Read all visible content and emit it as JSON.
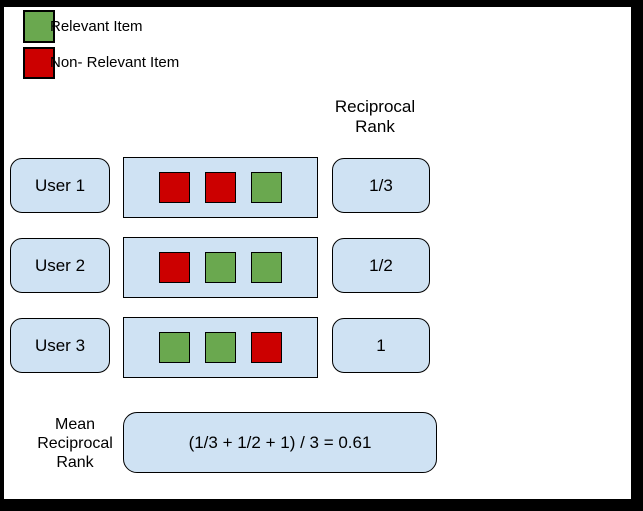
{
  "colors": {
    "relevant": "#6aa84f",
    "non_relevant": "#cc0000",
    "box_fill": "#cfe2f3",
    "border": "#000000",
    "frame": "#000000"
  },
  "legend": {
    "items": [
      {
        "label": "Relevant Item",
        "color_key": "relevant"
      },
      {
        "label": "Non- Relevant Item",
        "color_key": "non_relevant"
      }
    ]
  },
  "header": {
    "lines": [
      "Reciprocal",
      "Rank"
    ]
  },
  "rows": [
    {
      "user_label": "User 1",
      "items": [
        "non_relevant",
        "non_relevant",
        "relevant"
      ],
      "reciprocal_rank": "1/3"
    },
    {
      "user_label": "User 2",
      "items": [
        "non_relevant",
        "relevant",
        "relevant"
      ],
      "reciprocal_rank": "1/2"
    },
    {
      "user_label": "User 3",
      "items": [
        "relevant",
        "relevant",
        "non_relevant"
      ],
      "reciprocal_rank": "1"
    }
  ],
  "footer": {
    "label_lines": [
      "Mean",
      "Reciprocal",
      "Rank"
    ],
    "formula": "(1/3 + 1/2 + 1) / 3 = 0.61"
  }
}
